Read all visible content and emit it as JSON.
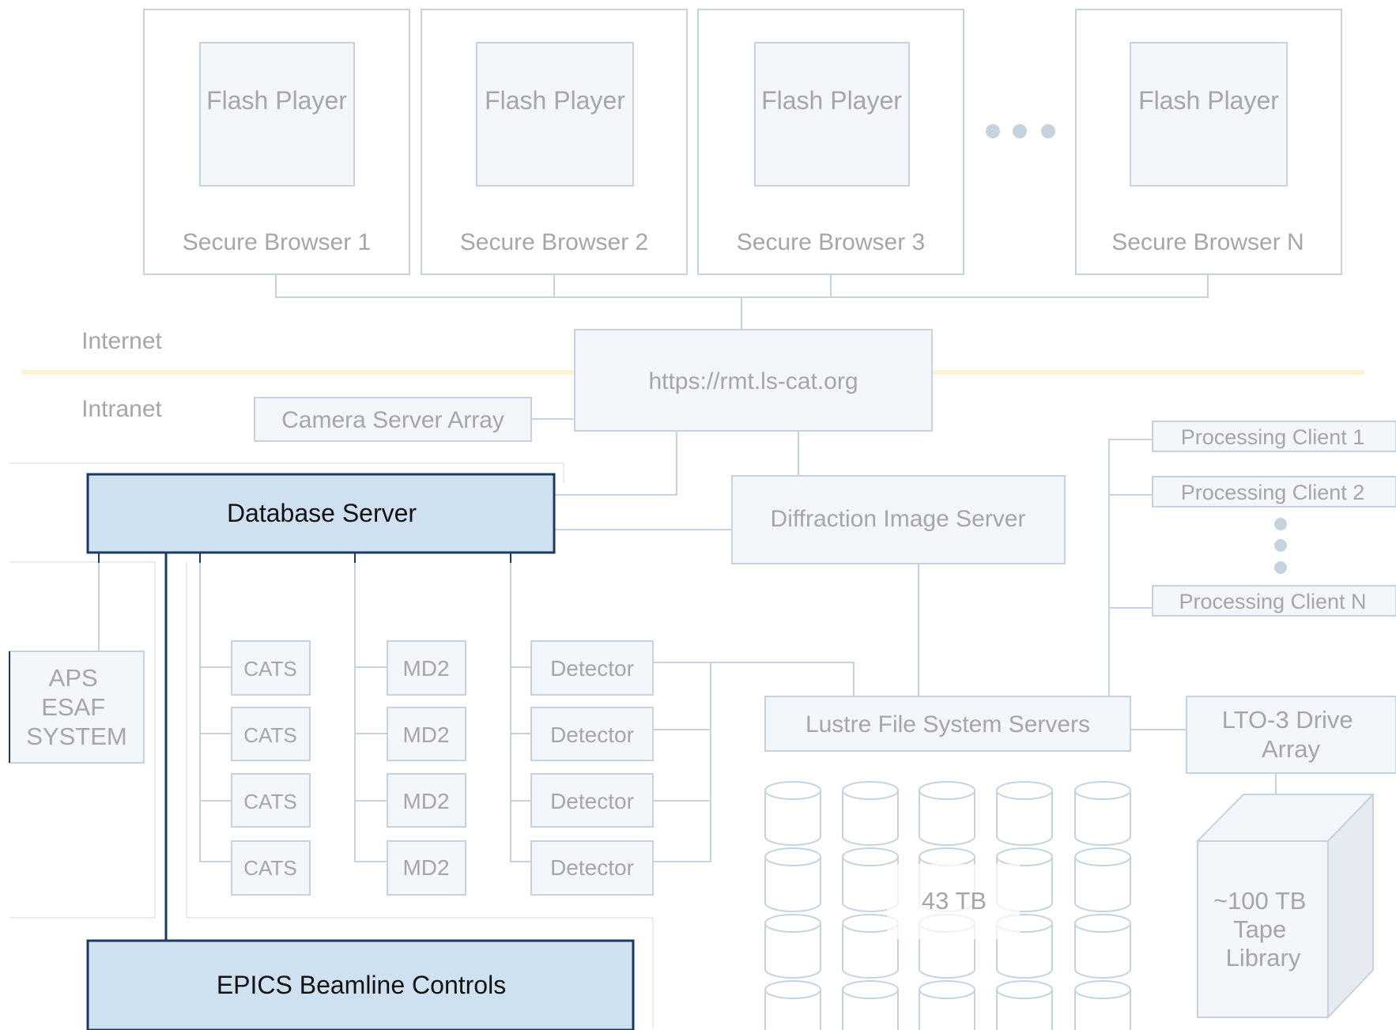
{
  "browsers": [
    {
      "player": "Flash Player",
      "label": "Secure Browser 1"
    },
    {
      "player": "Flash Player",
      "label": "Secure Browser 2"
    },
    {
      "player": "Flash Player",
      "label": "Secure Browser 3"
    },
    {
      "player": "Flash Player",
      "label": "Secure Browser N"
    }
  ],
  "zones": {
    "internet": "Internet",
    "intranet": "Intranet"
  },
  "server": "https://rmt.ls-cat.org",
  "camera": "Camera Server Array",
  "database": "Database Server",
  "diffraction": "Diffraction Image Server",
  "processing": [
    "Processing Client 1",
    "Processing Client 2",
    "Processing Client N"
  ],
  "aps": [
    "APS",
    "ESAF",
    "SYSTEM"
  ],
  "cats": [
    "CATS",
    "CATS",
    "CATS",
    "CATS"
  ],
  "md2": [
    "MD2",
    "MD2",
    "MD2",
    "MD2"
  ],
  "detectors": [
    "Detector",
    "Detector",
    "Detector",
    "Detector"
  ],
  "lustre": "Lustre File System Servers",
  "storage": "43 TB",
  "lto": [
    "LTO-3 Drive",
    "Array"
  ],
  "tape": [
    "~100 TB",
    "Tape",
    "Library"
  ],
  "epics": "EPICS Beamline Controls",
  "colors": {
    "line": "#c5d2e0",
    "text": "#a6a6a6",
    "fill": "#f3f6fa",
    "accent_fill": "#cfe0f1",
    "accent_border": "#1b3a63",
    "divider": "#fdf1d8"
  }
}
